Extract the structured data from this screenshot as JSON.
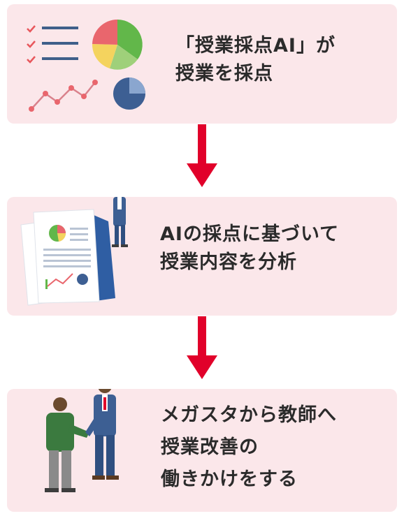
{
  "steps": [
    {
      "lines": [
        "「授業採点AI」が",
        "授業を採点"
      ]
    },
    {
      "lines": [
        "AIの採点に基づいて",
        "授業内容を分析"
      ]
    },
    {
      "lines": [
        "メガスタから教師へ",
        "授業改善の",
        "働きかけをする"
      ]
    }
  ],
  "colors": {
    "card_background": "#fbe7ea",
    "arrow": "#e1002a",
    "text": "#2b2b2b"
  },
  "icons": [
    "checklist-icon",
    "pie-chart-icon",
    "line-graph-icon",
    "report-documents-icon",
    "analyst-with-magnifier-icon",
    "handshake-icon"
  ]
}
